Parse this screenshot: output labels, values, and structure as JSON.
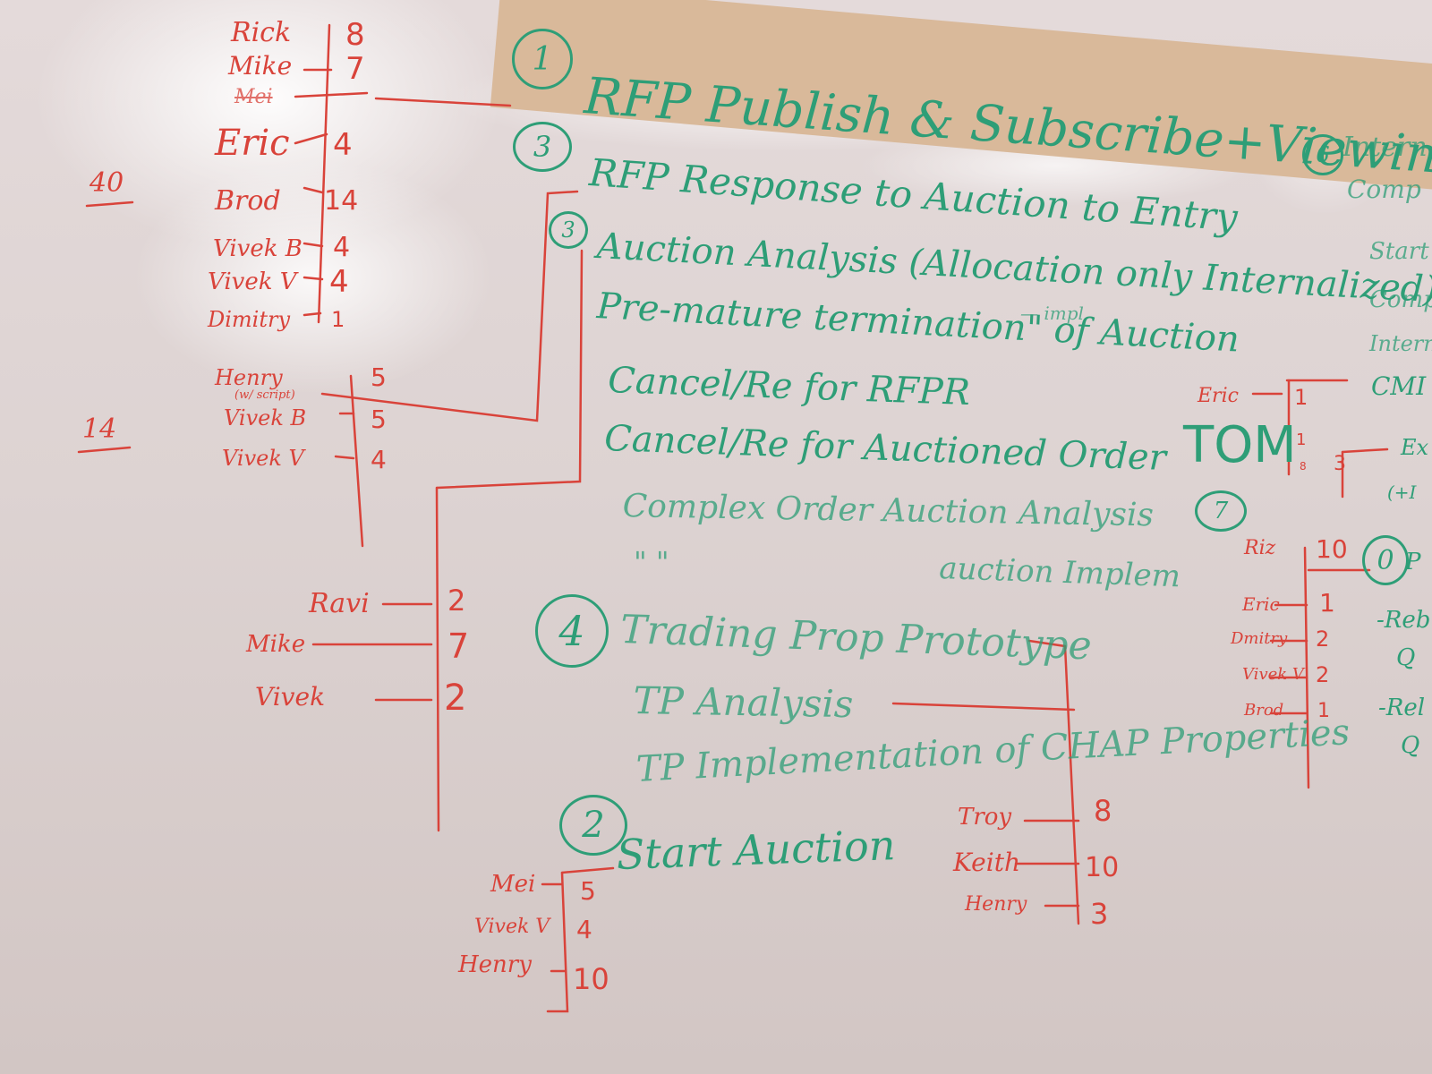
{
  "team_a": {
    "rows": [
      {
        "name": "Rick",
        "value": "8"
      },
      {
        "name": "Mike",
        "value": "7"
      },
      {
        "name": "Mei",
        "value": ""
      },
      {
        "name": "Eric",
        "value": "4"
      },
      {
        "name": "Brod",
        "value": "14"
      },
      {
        "name": "Vivek B",
        "value": "4"
      },
      {
        "name": "Vivek V",
        "value": "4"
      },
      {
        "name": "Dimitry",
        "value": "1"
      }
    ],
    "total": "40"
  },
  "team_b": {
    "rows": [
      {
        "name": "Henry",
        "note": "(w/ script)",
        "value": "5"
      },
      {
        "name": "Vivek B",
        "value": "5"
      },
      {
        "name": "Vivek V",
        "value": "4"
      }
    ],
    "total": "14"
  },
  "team_c": {
    "rows": [
      {
        "name": "Ravi",
        "value": "2"
      },
      {
        "name": "Mike",
        "value": "7"
      },
      {
        "name": "Vivek",
        "value": "2"
      }
    ]
  },
  "team_d": {
    "rows": [
      {
        "name": "Mei",
        "value": "5"
      },
      {
        "name": "Vivek V",
        "value": "4"
      },
      {
        "name": "Henry",
        "value": "10"
      }
    ]
  },
  "team_e": {
    "rows": [
      {
        "name": "Troy",
        "value": "8"
      },
      {
        "name": "Keith",
        "value": "10"
      },
      {
        "name": "Henry",
        "value": "3"
      }
    ]
  },
  "team_f": {
    "rows": [
      {
        "name": "Riz",
        "value": "10"
      },
      {
        "name": "Eric",
        "value": "1"
      },
      {
        "name": "Dmitry",
        "value": "2"
      },
      {
        "name": "Vivek V",
        "value": "2"
      },
      {
        "name": "Brod",
        "value": "1"
      }
    ]
  },
  "tasks": {
    "rfp_publish": "RFP Publish & Subscribe+Viewing",
    "rfp_response": "RFP Response to Auction to Entry",
    "auction_analysis": "Auction Analysis (Allocation only Internalized)",
    "premature": "Pre-mature termination\" of Auction",
    "premature_note": "— impl",
    "cancel_rfpr": "Cancel/Re for RFPR",
    "cancel_auctioned": "Cancel/Re for Auctioned Order",
    "complex_analysis": "Complex Order Auction Analysis",
    "complex_impl_marks": "\"          \"",
    "complex_impl": "auction Implem",
    "trading_prop": "Trading Prop Prototype",
    "tp_analysis": "TP Analysis",
    "tp_impl": "TP Implementation of CHAP Properties",
    "start_auction": "Start Auction"
  },
  "circles": {
    "c1": "1",
    "c3a": "3",
    "c3b": "3",
    "c4": "4",
    "c2": "2",
    "c6": "6",
    "c7": "7",
    "c0": "0"
  },
  "right_edge": {
    "lines": [
      "Intern",
      "Comp",
      "Start",
      "Comp",
      "Intern",
      "CMI",
      "Ex",
      "(+I",
      "P",
      "-Reb",
      "Q",
      "-Rel",
      "Q"
    ]
  },
  "tom": {
    "name": "TOM",
    "eric": "Eric",
    "v1": "1",
    "v2": "1",
    "v3": "8",
    "v4": "3"
  }
}
